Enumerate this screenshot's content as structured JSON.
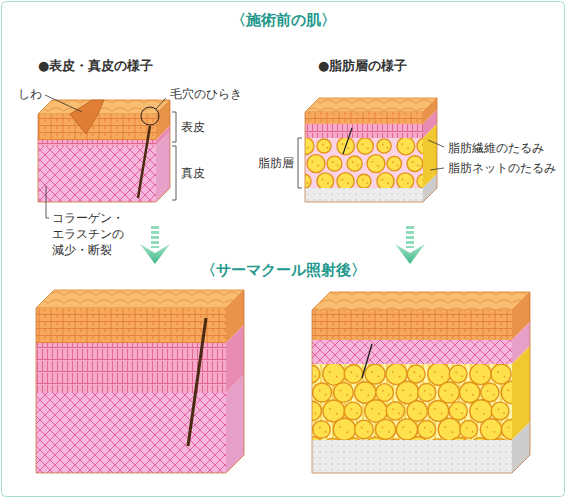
{
  "diagram": {
    "title": "〈施術前の肌〉",
    "labels": [
      "●表皮・真皮の様子",
      "しわ",
      "毛穴のひらき",
      "表皮",
      "真皮",
      "コラーゲン・ エラスチンの 減少・断裂",
      "●脂肪層の様子",
      "脂肪層",
      "脂肪繊維のたるみ",
      "脂肪ネットのたるみ",
      "〈サーマクール照射後〉"
    ]
  }
}
